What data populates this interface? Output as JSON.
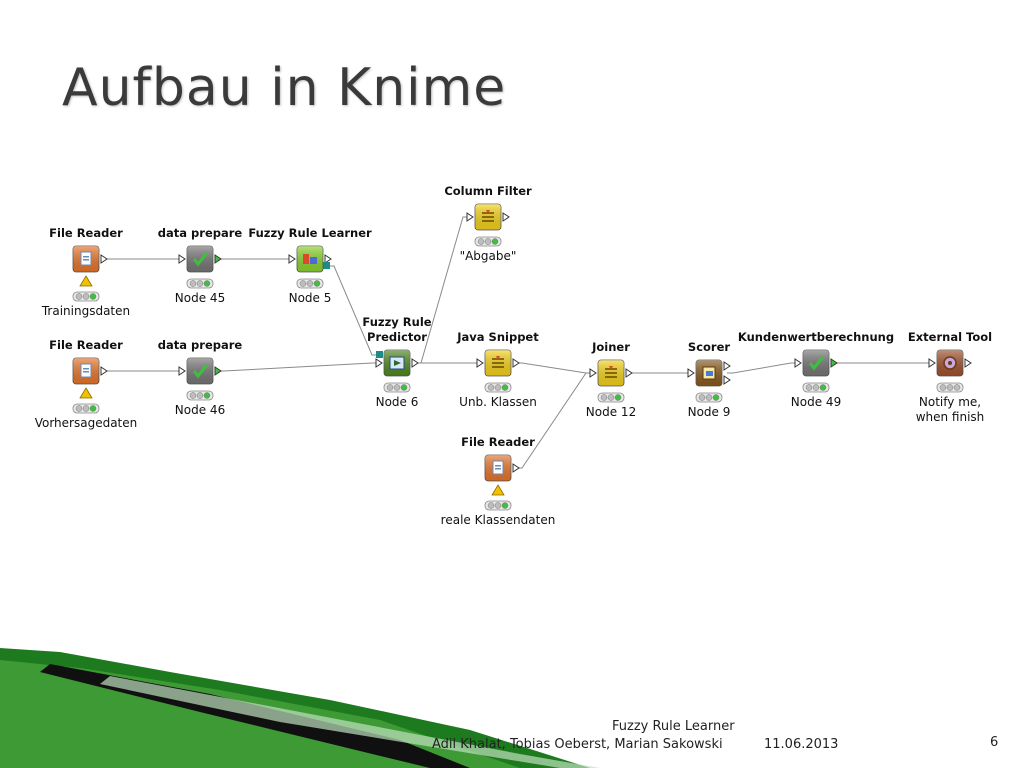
{
  "slide": {
    "title": "Aufbau in Knime",
    "footer": {
      "title": "Fuzzy Rule Learner",
      "authors": "Adil Khalat, Tobias Oeberst, Marian Sakowski",
      "date": "11.06.2013",
      "page": "6"
    }
  },
  "workflow": {
    "nodes": [
      {
        "id": "fr1",
        "title": "File Reader",
        "label": "Trainingsdaten",
        "type": "file-reader",
        "warning": true
      },
      {
        "id": "dp1",
        "title": "data prepare",
        "label": "Node 45",
        "type": "metanode"
      },
      {
        "id": "frl",
        "title": "Fuzzy Rule Learner",
        "label": "Node 5",
        "type": "learner"
      },
      {
        "id": "cf",
        "title": "Column Filter",
        "label": "\"Abgabe\"",
        "type": "manipulator"
      },
      {
        "id": "fr2",
        "title": "File Reader",
        "label": "Vorhersagedaten",
        "type": "file-reader",
        "warning": true
      },
      {
        "id": "dp2",
        "title": "data prepare",
        "label": "Node 46",
        "type": "metanode"
      },
      {
        "id": "frp",
        "title": [
          "Fuzzy Rule",
          "Predictor"
        ],
        "label": "Node 6",
        "type": "predictor"
      },
      {
        "id": "js",
        "title": "Java Snippet",
        "label": "Unb. Klassen",
        "type": "manipulator"
      },
      {
        "id": "join",
        "title": "Joiner",
        "label": "Node 12",
        "type": "manipulator"
      },
      {
        "id": "fr3",
        "title": "File Reader",
        "label": "reale Klassendaten",
        "type": "file-reader",
        "warning": true
      },
      {
        "id": "sc",
        "title": "Scorer",
        "label": "Node 9",
        "type": "scorer"
      },
      {
        "id": "kw",
        "title": "Kundenwertberechnung",
        "label": "Node 49",
        "type": "metanode"
      },
      {
        "id": "et",
        "title": "External Tool",
        "label": [
          "Notify me,",
          "when finish"
        ],
        "type": "external-tool"
      }
    ],
    "connections": [
      {
        "from": "fr1",
        "to": "dp1"
      },
      {
        "from": "dp1",
        "to": "frl"
      },
      {
        "from": "frl",
        "to": "frp"
      },
      {
        "from": "fr2",
        "to": "dp2"
      },
      {
        "from": "dp2",
        "to": "frp"
      },
      {
        "from": "frp",
        "to": "cf"
      },
      {
        "from": "frp",
        "to": "js"
      },
      {
        "from": "js",
        "to": "join"
      },
      {
        "from": "fr3",
        "to": "join"
      },
      {
        "from": "join",
        "to": "sc"
      },
      {
        "from": "sc",
        "to": "kw"
      },
      {
        "from": "kw",
        "to": "et"
      }
    ],
    "colors": {
      "file-reader": "#e8762b",
      "metanode": "#777777",
      "learner": "#8bd42e",
      "predictor": "#4f8a1e",
      "manipulator": "#f5d31a",
      "scorer": "#8a5a1e",
      "external-tool": "#a0522d",
      "edge": "#8a8a8a",
      "status-green": "#3fbf3f",
      "warning": "#f2c200"
    }
  }
}
